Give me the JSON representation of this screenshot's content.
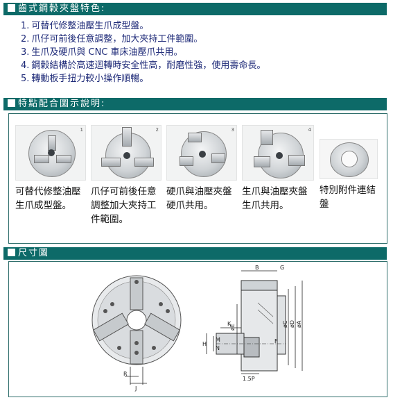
{
  "sections": {
    "features": {
      "title": "齒式鋼榖夾盤特色:"
    },
    "explain": {
      "title": "特點配合圖示說明:"
    },
    "dimensions": {
      "title": "尺寸圖"
    }
  },
  "features": [
    {
      "num": "1.",
      "text": "可替代修整油壓生爪成型盤。"
    },
    {
      "num": "2.",
      "text": "爪仔可前後任意調整，加大夾持工件範圍。"
    },
    {
      "num": "3.",
      "text": "生爪及硬爪與 CNC 車床油壓爪共用。"
    },
    {
      "num": "4.",
      "text": "鋼榖結構於高速迴轉時安全性高，耐磨性強，使用壽命長。"
    },
    {
      "num": "5.",
      "text": "轉動板手扭力較小操作順暢。"
    }
  ],
  "cards": [
    {
      "index": "1",
      "caption": "可替代修整油壓生爪成型盤。"
    },
    {
      "index": "2",
      "caption": "爪仔可前後任意調整加大夾持工件範圍。"
    },
    {
      "index": "3",
      "caption": "硬爪與油壓夾盤硬爪共用。"
    },
    {
      "index": "4",
      "caption": "生爪與油壓夾盤生爪共用。"
    },
    {
      "index": "",
      "caption": "特別附件連結盤"
    }
  ],
  "drawing_labels": {
    "R": "R",
    "J": "J",
    "B": "B",
    "G": "G",
    "K": "K",
    "H": "H",
    "M": "M",
    "N": "N",
    "E": "øE",
    "C": "øC",
    "D": "øD",
    "A": "øA",
    "F": "F",
    "P": "1.5P"
  }
}
